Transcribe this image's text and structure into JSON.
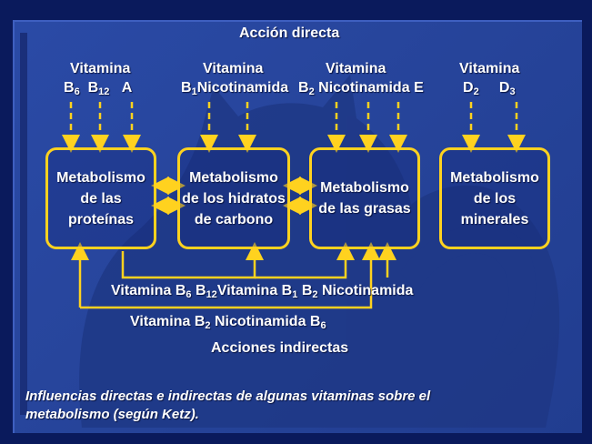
{
  "title": "Acción directa",
  "vitamin_groups": [
    {
      "label": "Vitamina",
      "items": [
        {
          "base": "B",
          "sub": "6"
        },
        {
          "base": "B",
          "sub": "12"
        },
        {
          "base": "A",
          "sub": ""
        }
      ]
    },
    {
      "label": "Vitamina",
      "items": [
        {
          "base": "B",
          "sub": "1"
        },
        {
          "base": "Nicotinamida",
          "sub": ""
        }
      ]
    },
    {
      "label": "Vitamina",
      "items": [
        {
          "base": "B",
          "sub": "2"
        },
        {
          "base": "Nicotinamida",
          "sub": ""
        },
        {
          "base": "E",
          "sub": ""
        }
      ]
    },
    {
      "label": "Vitamina",
      "items": [
        {
          "base": "D",
          "sub": "2"
        },
        {
          "base": "D",
          "sub": "3"
        }
      ]
    }
  ],
  "boxes": [
    {
      "line1": "Metabolismo",
      "line2": "de las",
      "line3": "proteínas"
    },
    {
      "line1": "Metabolismo",
      "line2": "de los hidratos",
      "line3": "de carbono"
    },
    {
      "line1": "Metabolismo",
      "line2": "de las grasas",
      "line3": ""
    },
    {
      "line1": "Metabolismo",
      "line2": "de los",
      "line3": "minerales"
    }
  ],
  "indirect": {
    "row1": {
      "prefix": "Vitamina",
      "items": [
        {
          "base": "B",
          "sub": "6"
        },
        {
          "base": "B",
          "sub": "12"
        }
      ],
      "prefix2": "Vitamina",
      "items2": [
        {
          "base": "B",
          "sub": "1"
        },
        {
          "base": "B",
          "sub": "2"
        }
      ],
      "tail": "Nicotinamida"
    },
    "row2": {
      "prefix": "Vitamina",
      "b2": {
        "base": "B",
        "sub": "2"
      },
      "mid": "Nicotinamida",
      "b6": {
        "base": "B",
        "sub": "6"
      }
    },
    "label": "Acciones indirectas"
  },
  "caption": {
    "line1": "Influencias directas e indirectas de algunas vitaminas sobre el",
    "line2": "metabolismo (según Ketz)."
  },
  "colors": {
    "accent": "#ffd21f",
    "background": "#27459c",
    "text": "#ffffff"
  }
}
